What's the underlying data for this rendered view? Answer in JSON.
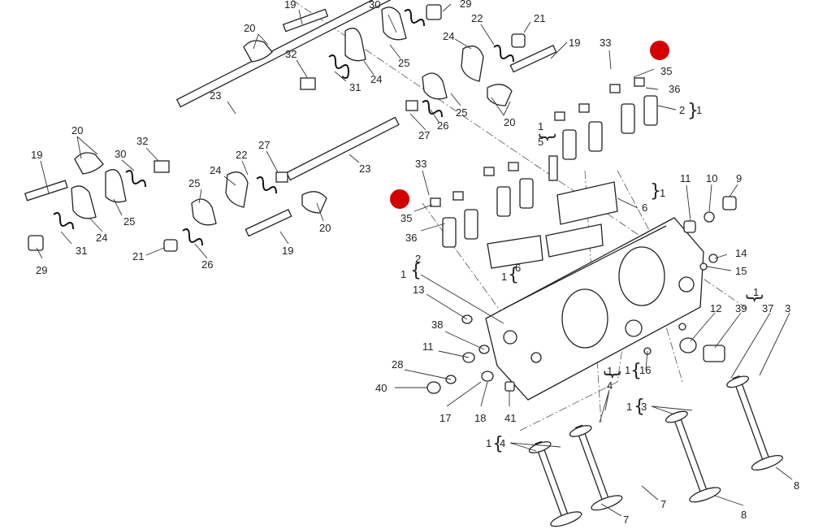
{
  "labels": {
    "l19a": "19",
    "l30a": "30",
    "l29a": "29",
    "l20a": "20",
    "l22a": "22",
    "l21a": "21",
    "l24a": "24",
    "l19b": "19",
    "l32a": "32",
    "l31a": "31",
    "l24b": "24",
    "l25a": "25",
    "l23a": "23",
    "l25b": "25",
    "l26a": "26",
    "l27a": "27",
    "l20b": "20",
    "l33a": "33",
    "l35a": "35",
    "l36a": "36",
    "l2a": "2",
    "l1a": "1",
    "l1b": "1",
    "l5a": "5",
    "l20c": "20",
    "l19c": "19",
    "l30b": "30",
    "l32b": "32",
    "l22b": "22",
    "l27b": "27",
    "l23b": "23",
    "l24c": "24",
    "l25c": "25",
    "l29b": "29",
    "l31b": "31",
    "l24d": "24",
    "l25d": "25",
    "l21b": "21",
    "l26b": "26",
    "l19d": "19",
    "l20d": "20",
    "l33b": "33",
    "l35b": "35",
    "l36b": "36",
    "l1c": "1",
    "l6a": "6",
    "l11a": "11",
    "l10a": "10",
    "l9a": "9",
    "l14a": "14",
    "l15a": "15",
    "l6b": "6",
    "l1d": "1",
    "l2b": "2",
    "l1e": "1",
    "l13a": "13",
    "l1f": "1",
    "l12a": "12",
    "l39a": "39",
    "l37a": "37",
    "l3a": "3",
    "l38a": "38",
    "l11b": "11",
    "l28a": "28",
    "l40a": "40",
    "l17a": "17",
    "l18a": "18",
    "l41a": "41",
    "l1g": "1",
    "l4a": "4",
    "l1h": "1",
    "l16a": "16",
    "l1i": "1",
    "l3b": "3",
    "l1j": "1",
    "l4b": "4",
    "l7a": "7",
    "l7b": "7",
    "l8a": "8",
    "l8b": "8"
  },
  "markers": {
    "color": "#d40000"
  }
}
